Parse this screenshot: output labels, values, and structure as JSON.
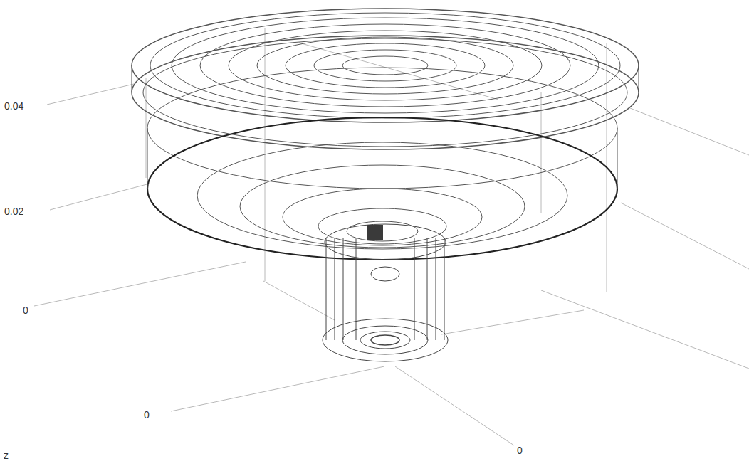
{
  "diagram": {
    "labels": [
      "0.04",
      "0.02",
      "0",
      "0",
      "0",
      "z"
    ]
  }
}
